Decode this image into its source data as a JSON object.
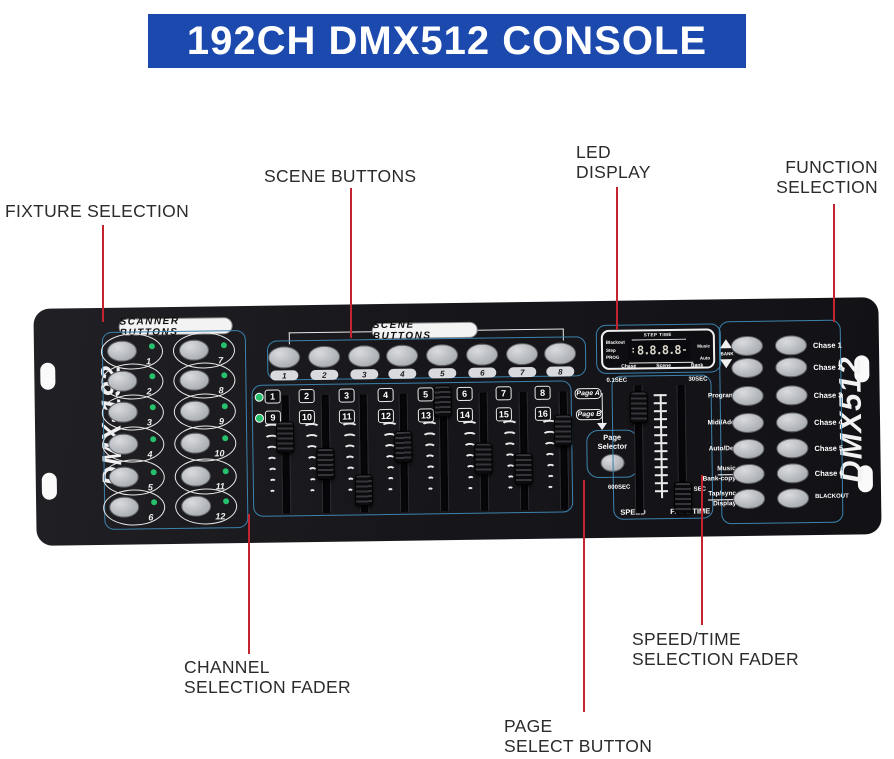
{
  "banner": {
    "title": "192CH DMX512 CONSOLE"
  },
  "annotations": {
    "fixture": {
      "text": "FIXTURE SELECTION"
    },
    "scene": {
      "text": "SCENE BUTTONS"
    },
    "led": {
      "line1": "LED",
      "line2": "DISPLAY"
    },
    "function": {
      "line1": "FUNCTION",
      "line2": "SELECTION"
    },
    "channel": {
      "line1": "CHANNEL",
      "line2": "SELECTION FADER"
    },
    "page": {
      "line1": "PAGE",
      "line2": "SELECT BUTTON"
    },
    "speedtime": {
      "line1": "SPEED/TIME",
      "line2": "SELECTION FADER"
    }
  },
  "console": {
    "model_left": "DMX-192",
    "model_right": "DMX512",
    "scanner": {
      "title": "SCANNER BUTTONS",
      "buttons": [
        "1",
        "2",
        "3",
        "4",
        "5",
        "6",
        "7",
        "8",
        "9",
        "10",
        "11",
        "12"
      ]
    },
    "scene": {
      "title": "SCENE BUTTONS",
      "buttons": [
        "1",
        "2",
        "3",
        "4",
        "5",
        "6",
        "7",
        "8"
      ]
    },
    "channel": {
      "row1": [
        "1",
        "2",
        "3",
        "4",
        "5",
        "6",
        "7",
        "8"
      ],
      "row2": [
        "9",
        "10",
        "11",
        "12",
        "13",
        "14",
        "15",
        "16"
      ],
      "fader_positions": [
        0.35,
        0.58,
        0.82,
        0.44,
        0.05,
        0.56,
        0.65,
        0.32
      ]
    },
    "page": {
      "chip_a": "Page A",
      "chip_b": "Page B",
      "selector_line1": "Page",
      "selector_line2": "Selector"
    },
    "display": {
      "title": "STEP TIME",
      "left_labels": [
        "Blackout",
        "Step",
        "PROG"
      ],
      "right_labels": [
        "Music",
        "Auto"
      ],
      "colon": ":",
      "value": "8.8.8.8",
      "dash": "-",
      "bottom_labels": [
        "Chase",
        "Scene",
        "Bank"
      ]
    },
    "speed": {
      "top_left": "0.1SEC",
      "top_right": "30SEC",
      "bottom_left": "600SEC",
      "bottom_right": "SEC",
      "speed_label": "SPEED",
      "fade_label": "FADE TIME",
      "speed_position": 0.05,
      "fade_position": 0.82
    },
    "functions": {
      "bank": "BANK",
      "rows": [
        {
          "left": [],
          "right": "Chase 1"
        },
        {
          "left": [],
          "right": "Chase 2"
        },
        {
          "left": [
            "Program"
          ],
          "right": "Chase 3"
        },
        {
          "left": [
            "Midi/Add"
          ],
          "right": "Chase 4"
        },
        {
          "left": [
            "Auto/Del"
          ],
          "right": "Chase 5"
        },
        {
          "left": [
            "Music",
            "Bank-copy"
          ],
          "right": "Chase 6"
        },
        {
          "left": [
            "Tap/sync",
            "Display"
          ],
          "right": "BLACKOUT"
        }
      ]
    }
  },
  "colors": {
    "banner_bg": "#1b49ae",
    "box_blue": "#3b82ad",
    "red_line": "#c32430",
    "led_green": "#27c06c",
    "panel": "#18181c",
    "display_digits": "#dcd8cb"
  }
}
